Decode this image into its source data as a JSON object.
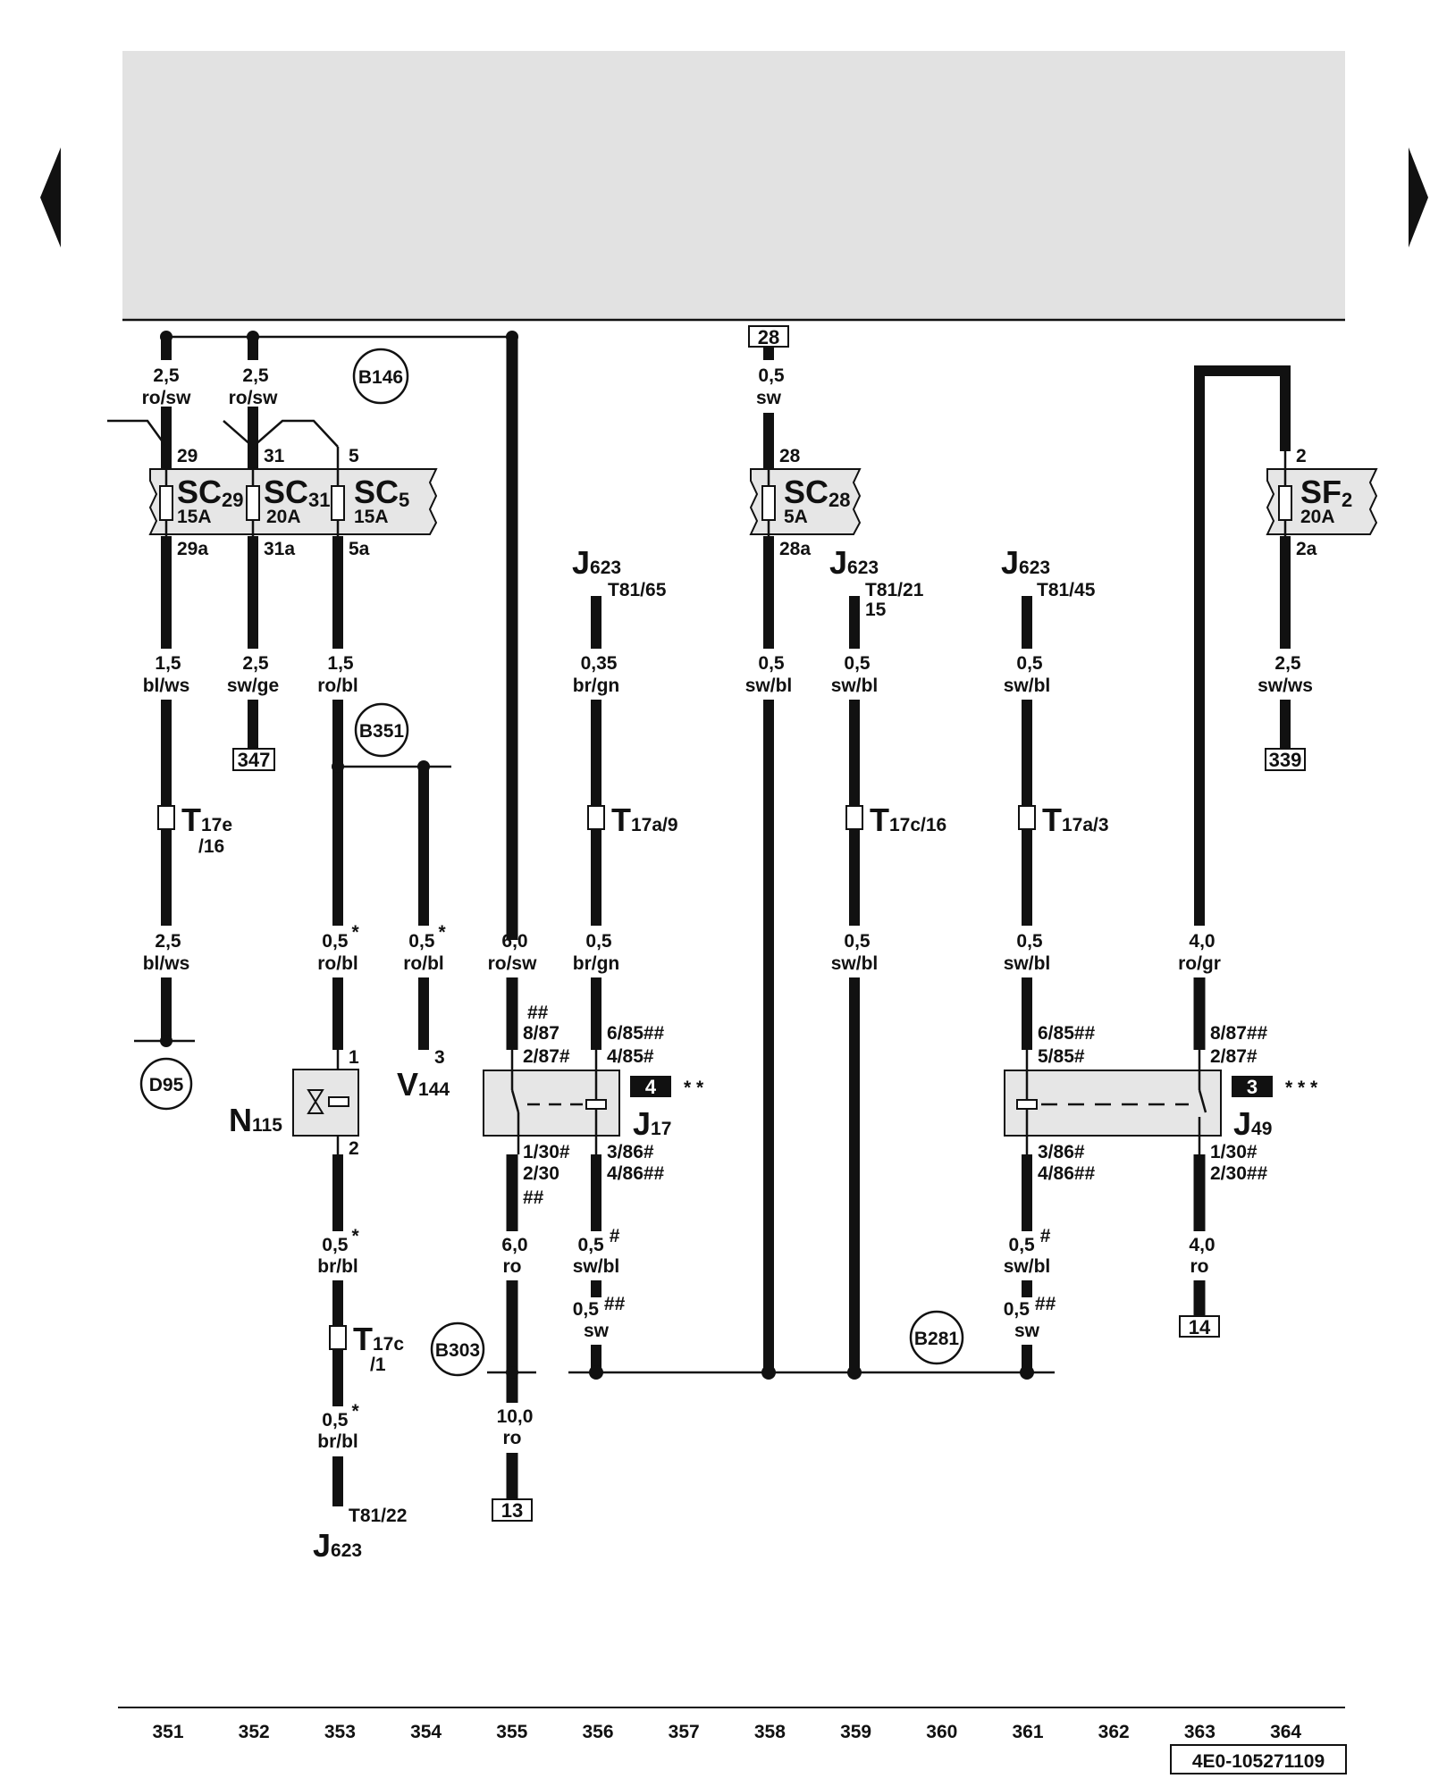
{
  "doc_number": "4E0-105271109",
  "track_numbers": [
    "351",
    "352",
    "353",
    "354",
    "355",
    "356",
    "357",
    "358",
    "359",
    "360",
    "361",
    "362",
    "363",
    "364"
  ],
  "ref_boxes": {
    "top_28": "28",
    "r347": "347",
    "r339": "339",
    "r13": "13",
    "r14": "14"
  },
  "ground_points": {
    "b146": "B146",
    "b351": "B351",
    "b303": "B303",
    "b281": "B281",
    "d95": "D95"
  },
  "fuses": {
    "sc29": {
      "name": "SC",
      "sub": "29",
      "rating": "15A",
      "pin_in": "29",
      "pin_out": "29a"
    },
    "sc31": {
      "name": "SC",
      "sub": "31",
      "rating": "20A",
      "pin_in": "31",
      "pin_out": "31a"
    },
    "sc5": {
      "name": "SC",
      "sub": "5",
      "rating": "15A",
      "pin_in": "5",
      "pin_out": "5a"
    },
    "sc28": {
      "name": "SC",
      "sub": "28",
      "rating": "5A",
      "pin_in": "28",
      "pin_out": "28a"
    },
    "sf2": {
      "name": "SF",
      "sub": "2",
      "rating": "20A",
      "pin_in": "2",
      "pin_out": "2a"
    }
  },
  "wires": {
    "w351_top": {
      "size": "2,5",
      "color": "ro/sw"
    },
    "w352_top": {
      "size": "2,5",
      "color": "ro/sw"
    },
    "w358_top": {
      "size": "0,5",
      "color": "sw"
    },
    "w351_mid": {
      "size": "1,5",
      "color": "bl/ws"
    },
    "w352_mid": {
      "size": "2,5",
      "color": "sw/ge"
    },
    "w353_mid": {
      "size": "1,5",
      "color": "ro/bl"
    },
    "w356_mid": {
      "size": "0,35",
      "color": "br/gn"
    },
    "w358_mid": {
      "size": "0,5",
      "color": "sw/bl"
    },
    "w359_mid": {
      "size": "0,5",
      "color": "sw/bl"
    },
    "w361_mid": {
      "size": "0,5",
      "color": "sw/bl"
    },
    "w364_mid": {
      "size": "2,5",
      "color": "sw/ws"
    },
    "w351_low": {
      "size": "2,5",
      "color": "bl/ws"
    },
    "w353_low": {
      "size": "0,5",
      "color": "ro/bl"
    },
    "w354_low": {
      "size": "0,5",
      "color": "ro/bl"
    },
    "w355_low": {
      "size": "6,0",
      "color": "ro/sw"
    },
    "w356_low": {
      "size": "0,5",
      "color": "br/gn"
    },
    "w359_low": {
      "size": "0,5",
      "color": "sw/bl"
    },
    "w361_low": {
      "size": "0,5",
      "color": "sw/bl"
    },
    "w363_low": {
      "size": "4,0",
      "color": "ro/gr"
    },
    "w353_bot1": {
      "size": "0,5",
      "color": "br/bl"
    },
    "w355_bot1": {
      "size": "6,0",
      "color": "ro"
    },
    "w356_bot1": {
      "size": "0,5",
      "color": "sw/bl"
    },
    "w356_bot2": {
      "size": "0,5",
      "color": "sw"
    },
    "w361_bot1": {
      "size": "0,5",
      "color": "sw/bl"
    },
    "w361_bot2": {
      "size": "0,5",
      "color": "sw"
    },
    "w363_bot1": {
      "size": "4,0",
      "color": "ro"
    },
    "w353_bot2": {
      "size": "0,5",
      "color": "br/bl"
    },
    "w355_bot2": {
      "size": "10,0",
      "color": "ro"
    }
  },
  "marks": {
    "star": "*",
    "hash": "#",
    "dhash": "##",
    "two_star": "* *",
    "three_star": "* * *"
  },
  "connectors": {
    "t17e": {
      "name": "T",
      "sub": "17e",
      "pin": "/16"
    },
    "t17a9": {
      "name": "T",
      "sub": "17a/9"
    },
    "t17c16": {
      "name": "T",
      "sub": "17c/16"
    },
    "t17a3": {
      "name": "T",
      "sub": "17a/3"
    },
    "t17c1": {
      "name": "T",
      "sub": "17c",
      "pin": "/1"
    }
  },
  "ecu": {
    "j623_a": {
      "name": "J",
      "sub": "623",
      "pin": "T81/65"
    },
    "j623_b": {
      "name": "J",
      "sub": "623",
      "pin": "T81/21",
      "pin2": "15"
    },
    "j623_c": {
      "name": "J",
      "sub": "623",
      "pin": "T81/45"
    },
    "j623_d": {
      "name": "J",
      "sub": "623",
      "pin": "T81/22"
    }
  },
  "components": {
    "n115": {
      "name": "N",
      "sub": "115",
      "pin1": "1",
      "pin2": "2"
    },
    "v144": {
      "name": "V",
      "sub": "144",
      "pin": "3"
    },
    "j17": {
      "name": "J",
      "sub": "17",
      "slot": "4",
      "p_top_l1": "8/87",
      "p_top_l2": "2/87",
      "p_top_r1": "6/85",
      "p_top_r2": "4/85",
      "p_bot_l1": "1/30",
      "p_bot_l2": "2/30",
      "p_bot_r1": "3/86",
      "p_bot_r2": "4/86"
    },
    "j49": {
      "name": "J",
      "sub": "49",
      "slot": "3",
      "p_top_l1": "6/85",
      "p_top_l2": "5/85",
      "p_top_r1": "8/87",
      "p_top_r2": "2/87",
      "p_bot_l1": "3/86",
      "p_bot_l2": "4/86",
      "p_bot_r1": "1/30",
      "p_bot_r2": "2/30"
    }
  }
}
